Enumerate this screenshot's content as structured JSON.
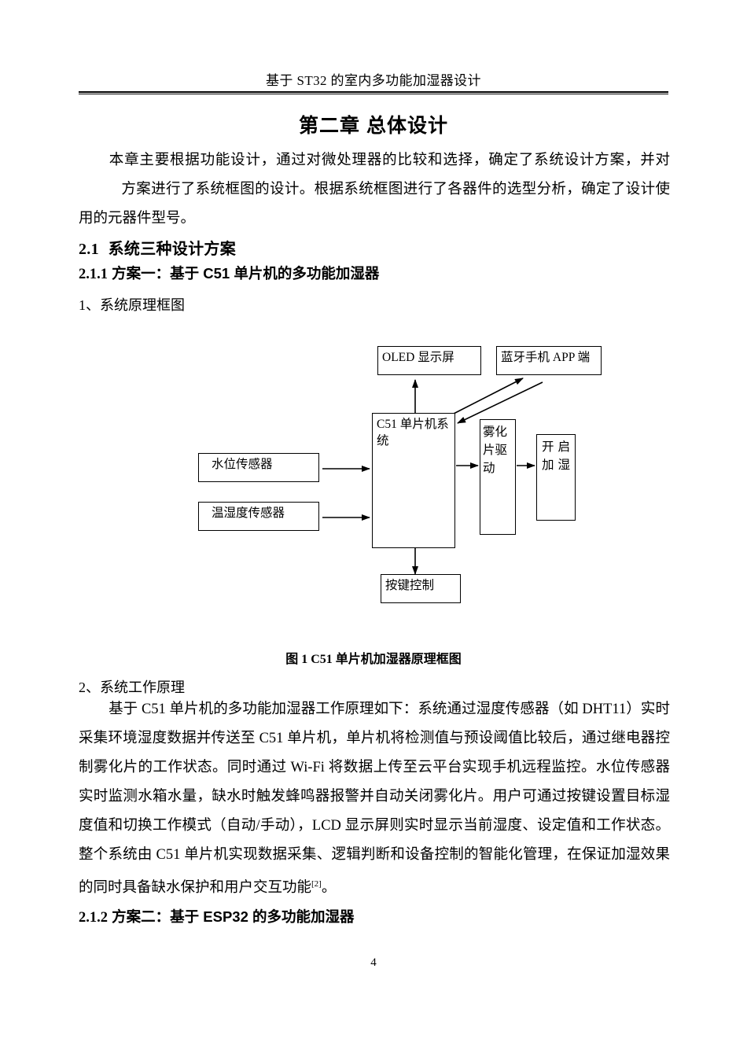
{
  "header": {
    "running_title": "基于 ST32 的室内多功能加湿器设计"
  },
  "chapter": {
    "title": "第二章 总体设计",
    "intro_part1": "本章主要根据功能设计，通过对微处理器的比较和选择，确定了系统设计方案，并对",
    "intro_part2": "方案进行了系统框图的设计。根据系统框图进行了各器件的选型分析，确定了设计使用的元器件型号。"
  },
  "sections": {
    "s21_num": "2.1",
    "s21_title": "系统三种设计方案",
    "s211_num": "2.1.1",
    "s211_title": "方案一：基于 C51 单片机的多功能加湿器",
    "s212_num": "2.1.2",
    "s212_title": "方案二：基于 ESP32 的多功能加湿器"
  },
  "lists": {
    "item1": "1、系统原理框图",
    "item2": "2、系统工作原理"
  },
  "diagram": {
    "boxes": {
      "oled": "OLED 显示屏",
      "bluetooth": "蓝牙手机 APP 端",
      "mcu": "C51 单片机系统",
      "atomizer_driver": "雾化片驱动",
      "start_humidify": "开启加湿",
      "water_level_sensor": "水位传感器",
      "temp_humidity_sensor": "温湿度传感器",
      "key_control": "按键控制"
    },
    "stroke_color": "#000000"
  },
  "figure": {
    "caption": "图 1 C51 单片机加湿器原理框图"
  },
  "body": {
    "paragraph": "基于 C51 单片机的多功能加湿器工作原理如下：系统通过湿度传感器（如 DHT11）实时采集环境湿度数据并传送至 C51 单片机，单片机将检测值与预设阈值比较后，通过继电器控制雾化片的工作状态。同时通过 Wi-Fi 将数据上传至云平台实现手机远程监控。水位传感器实时监测水箱水量，缺水时触发蜂鸣器报警并自动关闭雾化片。用户可通过按键设置目标湿度值和切换工作模式（自动/手动），LCD 显示屏则实时显示当前湿度、设定值和工作状态。整个系统由 C51 单片机实现数据采集、逻辑判断和设备控制的智能化管理，在保证加湿效果的同时具备缺水保护和用户交互功能",
    "citation": "[2]",
    "paragraph_end": "。"
  },
  "footer": {
    "page_number": "4"
  }
}
